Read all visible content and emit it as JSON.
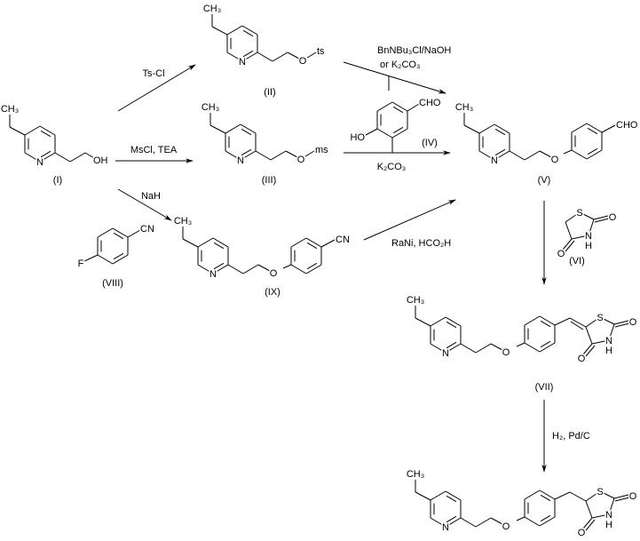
{
  "compounds": {
    "I": "(I)",
    "II": "(II)",
    "III": "(III)",
    "IV": "(IV)",
    "V": "(V)",
    "VI": "(VI)",
    "VII": "(VII)",
    "VIII": "(VIII)",
    "IX": "(IX)"
  },
  "reagents": {
    "tscl": "Ts-Cl",
    "mscl": "MsCl, TEA",
    "nah": "NaH",
    "bnnbu": "BnNBu₃Cl/NaOH",
    "or_k2co3": "or K₂CO₃",
    "k2co3": "K₂CO₃",
    "rani": "RaNi, HCO₂H",
    "h2": "H₂, Pd/C"
  },
  "atoms": {
    "N": "N",
    "O": "O",
    "OH": "OH",
    "HO": "HO",
    "CH3": "CH₃",
    "CHO": "CHO",
    "CN": "CN",
    "S": "S",
    "H": "H",
    "F": "F",
    "ts": "ts",
    "ms": "ms"
  }
}
